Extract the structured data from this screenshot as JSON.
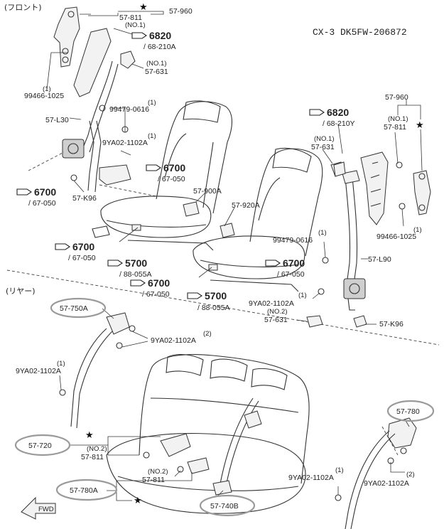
{
  "header": {
    "model_code": "CX-3  DK5FW-206872"
  },
  "sections": {
    "front": "(フロント)",
    "rear": "(リヤー)"
  },
  "glyphs": {
    "star": "★"
  },
  "front_labels": {
    "l_57_960_top": "57-960",
    "l_57_811_top": "57-811",
    "l_no1_top": "(NO.1)",
    "l_6820_big": "6820",
    "l_68_210a": "/ 68-210A",
    "l_no1_631_top": "(NO.1)",
    "l_57_631_top": "57-631",
    "l_qty1_a": "(1)",
    "l_99466_1025_left": "99466-1025",
    "l_qty1_b": "(1)",
    "l_99479_0616_left": "99479-0616",
    "l_57_l30": "57-L30",
    "l_qty1_c": "(1)",
    "l_9ya02_1102a_a": "9YA02-1102A",
    "l_6700_a": "6700",
    "l_67_050_a": "/ 67-050",
    "l_6700_b": "6700",
    "l_67_050_b": "/ 67-050",
    "l_57_k96_left": "57-K96",
    "l_57_900a": "57-900A",
    "l_57_920a": "57-920A",
    "l_6700_c": "6700",
    "l_67_050_c": "/ 67-050",
    "l_5700_a": "5700",
    "l_88_055a_a": "/ 88-055A",
    "l_6700_d": "6700",
    "l_67_050_d": "/ 67-050",
    "l_5700_b": "5700",
    "l_88_055a_b": "/ 88-055A",
    "l_qty1_d": "(1)",
    "l_99479_0616_right": "99479-0616",
    "l_6700_e": "6700",
    "l_67_050_e": "/ 67-050",
    "l_57_l90": "57-L90",
    "l_qty1_e": "(1)",
    "l_9ya02_1102a_b": "9YA02-1102A",
    "l_no2_631": "(NO.2)",
    "l_57_631_bottom": "57-631",
    "l_57_k96_right": "57-K96",
    "l_6820_right": "6820",
    "l_68_210y": "/ 68-210Y",
    "l_no1_811_right": "(NO.1)",
    "l_57_811_right": "57-811",
    "l_57_960_right": "57-960",
    "l_no1_631_right": "(NO.1)",
    "l_57_631_right": "57-631",
    "l_qty1_f": "(1)",
    "l_99466_1025_right": "99466-1025"
  },
  "rear_labels": {
    "l_57_750a": "57-750A",
    "l_qty2_a": "(2)",
    "l_9ya02_1102a_c": "9YA02-1102A",
    "l_qty1_g": "(1)",
    "l_9ya02_1102a_d": "9YA02-1102A",
    "l_57_720": "57-720",
    "l_no2_811_a": "(NO.2)",
    "l_57_811_a": "57-811",
    "l_no2_811_b": "(NO.2)",
    "l_57_811_b": "57-811",
    "l_57_780a": "57-780A",
    "l_57_740b": "57-740B",
    "l_57_780": "57-780",
    "l_qty1_h": "(1)",
    "l_9ya02_1102a_e": "9YA02-1102A",
    "l_qty2_b": "(2)",
    "l_9ya02_1102a_f": "9YA02-1102A",
    "l_fwd": "FWD"
  }
}
